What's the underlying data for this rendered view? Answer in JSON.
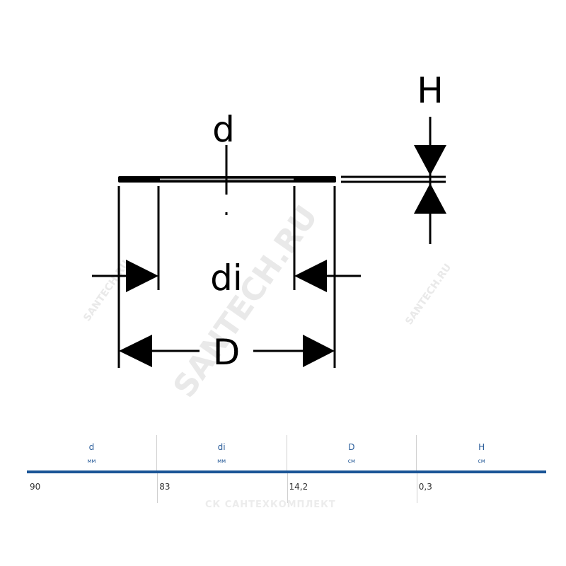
{
  "drawing": {
    "labels": {
      "d": "d",
      "H": "H",
      "di": "di",
      "D": "D"
    },
    "watermark_main": "SANTECH.RU",
    "watermark_small": "SANTECH.RU"
  },
  "table": {
    "columns": [
      {
        "name": "d",
        "unit": "мм",
        "value": "90"
      },
      {
        "name": "di",
        "unit": "мм",
        "value": "83"
      },
      {
        "name": "D",
        "unit": "см",
        "value": "14,2"
      },
      {
        "name": "H",
        "unit": "см",
        "value": "0,3"
      }
    ],
    "accent_color": "#1a5496"
  },
  "footer_logo": "СК САНТЕХКОМПЛЕКТ"
}
